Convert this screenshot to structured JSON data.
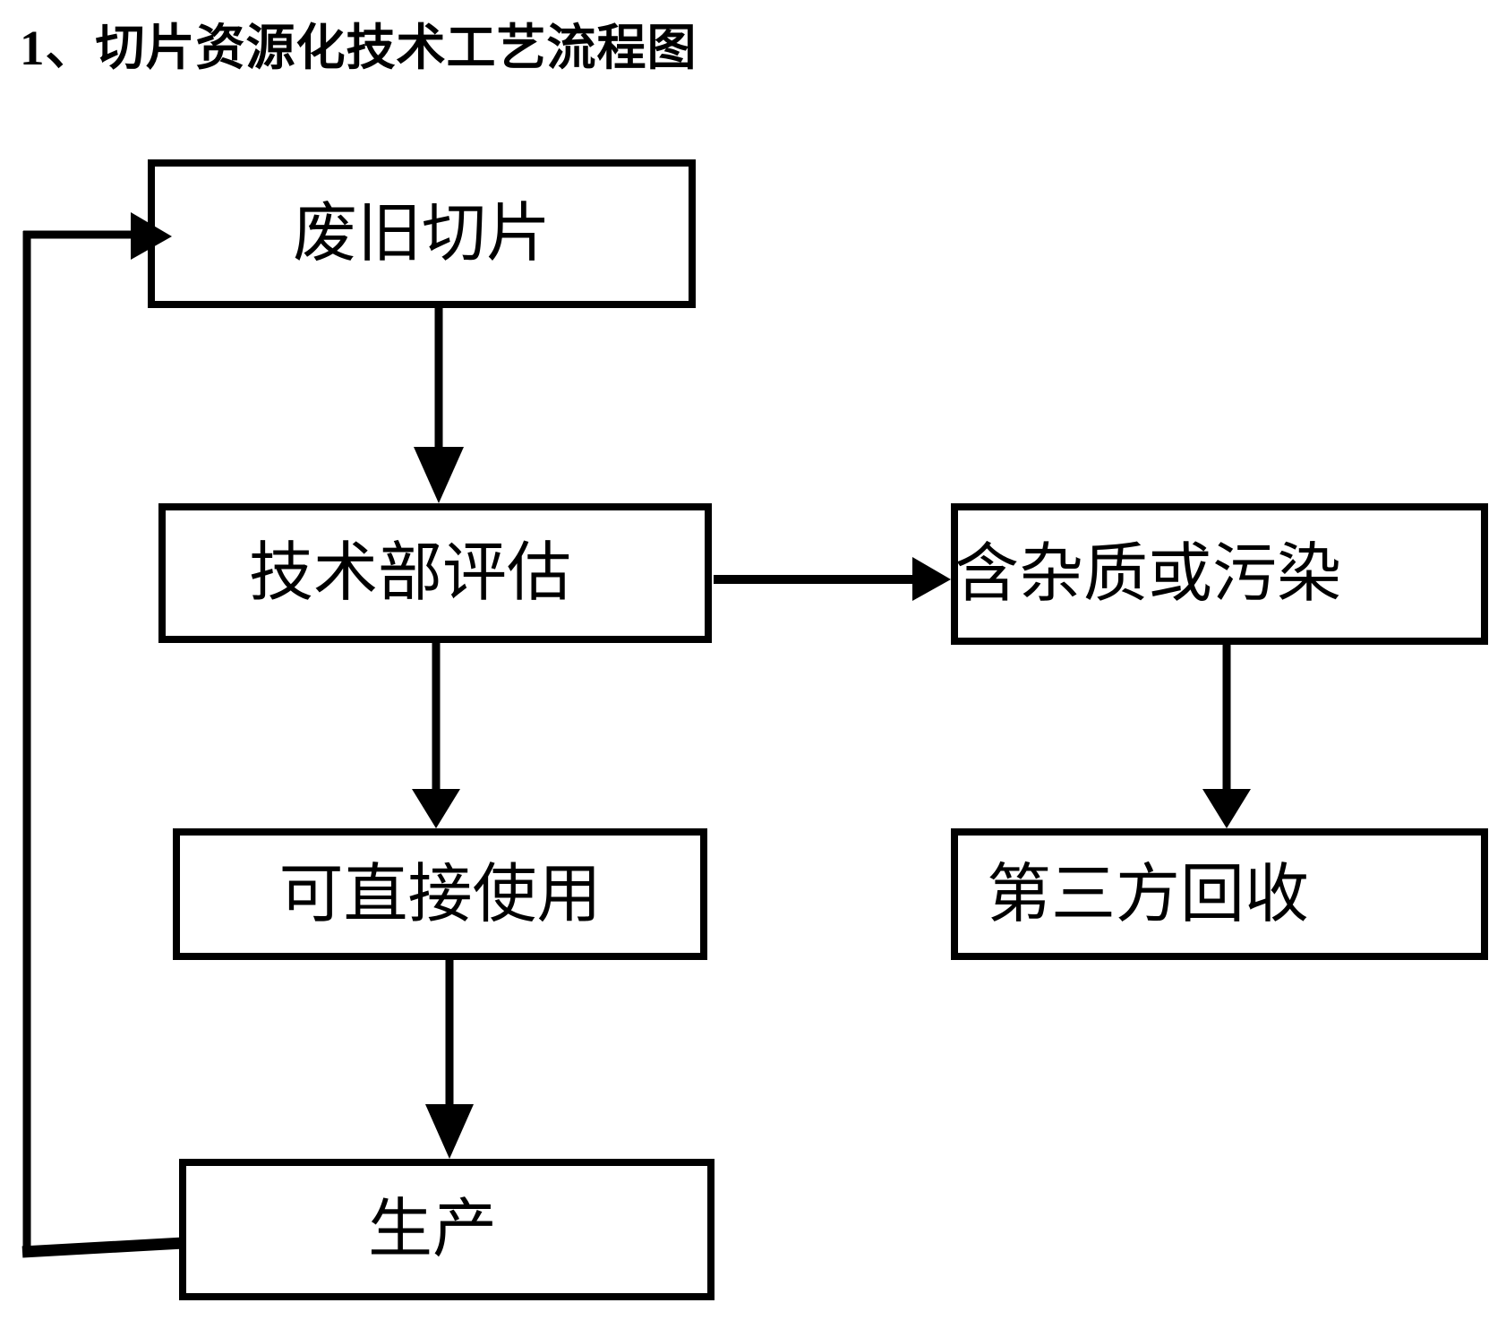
{
  "page": {
    "title": "1、切片资源化技术工艺流程图",
    "background_color": "#ffffff",
    "ink_color": "#000000"
  },
  "flowchart": {
    "nodes": [
      {
        "id": "waste-slices",
        "label": "废旧切片"
      },
      {
        "id": "tech-dept-evaluation",
        "label": "技术部评估"
      },
      {
        "id": "impurities-or-pollution",
        "label": "含杂质或污染"
      },
      {
        "id": "directly-usable",
        "label": "可直接使用"
      },
      {
        "id": "third-party-recycling",
        "label": "第三方回收"
      },
      {
        "id": "production",
        "label": "生产"
      }
    ],
    "edges": [
      {
        "from": "废旧切片",
        "to": "技术部评估",
        "style": "arrow-down"
      },
      {
        "from": "技术部评估",
        "to": "含杂质或污染",
        "style": "arrow-right"
      },
      {
        "from": "技术部评估",
        "to": "可直接使用",
        "style": "arrow-down"
      },
      {
        "from": "含杂质或污染",
        "to": "第三方回收",
        "style": "arrow-down"
      },
      {
        "from": "可直接使用",
        "to": "生产",
        "style": "arrow-down"
      },
      {
        "from": "生产",
        "to": "废旧切片",
        "style": "loop-left-then-up-arrow-right"
      }
    ]
  }
}
